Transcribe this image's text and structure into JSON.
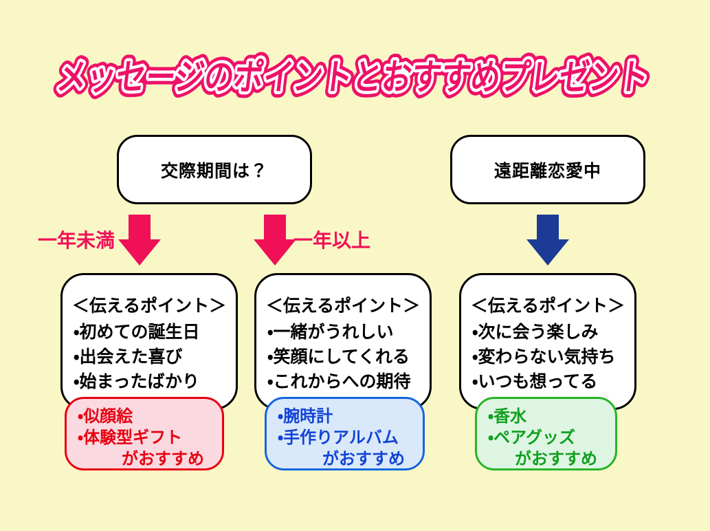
{
  "background_color": "#FAF7C6",
  "title": {
    "text": "メッセージのポイントとおすすめプレゼント",
    "fill_color": "#EE1168",
    "inner_outline_color": "#FFFFFF",
    "outer_outline_color": "#EE1168"
  },
  "top_boxes": [
    {
      "label": "交際期間は？"
    },
    {
      "label": "遠距離恋愛中"
    }
  ],
  "arrows": [
    {
      "label": "一年未満",
      "color": "#F01058",
      "label_position": "left"
    },
    {
      "label": "一年以上",
      "color": "#F01058",
      "label_position": "right"
    },
    {
      "color": "#1B3B97",
      "label_position": "none"
    }
  ],
  "point_boxes": [
    {
      "heading": "＜伝えるポイント＞",
      "items": [
        "・初めての誕生日",
        "・出会えた喜び",
        "・始まったばかり"
      ]
    },
    {
      "heading": "＜伝えるポイント＞",
      "items": [
        "・一緒がうれしい",
        "・笑顔にしてくれる",
        "・これからへの期待"
      ]
    },
    {
      "heading": "＜伝えるポイント＞",
      "items": [
        "・次に会う楽しみ",
        "・変わらない気持ち",
        "・いつも想ってる"
      ]
    }
  ],
  "gift_boxes": [
    {
      "items": [
        "・似顔絵",
        "・体験型ギフト"
      ],
      "suffix": "がおすすめ",
      "border_color": "#E60012",
      "background_color": "#FBD9E0",
      "text_color": "#E60012"
    },
    {
      "items": [
        "・腕時計",
        "・手作りアルバム"
      ],
      "suffix": "がおすすめ",
      "border_color": "#1565E0",
      "background_color": "#D9E9FA",
      "text_color": "#1243D6"
    },
    {
      "items": [
        "・香水",
        "・ペアグッズ"
      ],
      "suffix": "がおすすめ",
      "border_color": "#28B428",
      "background_color": "#DFF5E3",
      "text_color": "#0FA01E"
    }
  ]
}
